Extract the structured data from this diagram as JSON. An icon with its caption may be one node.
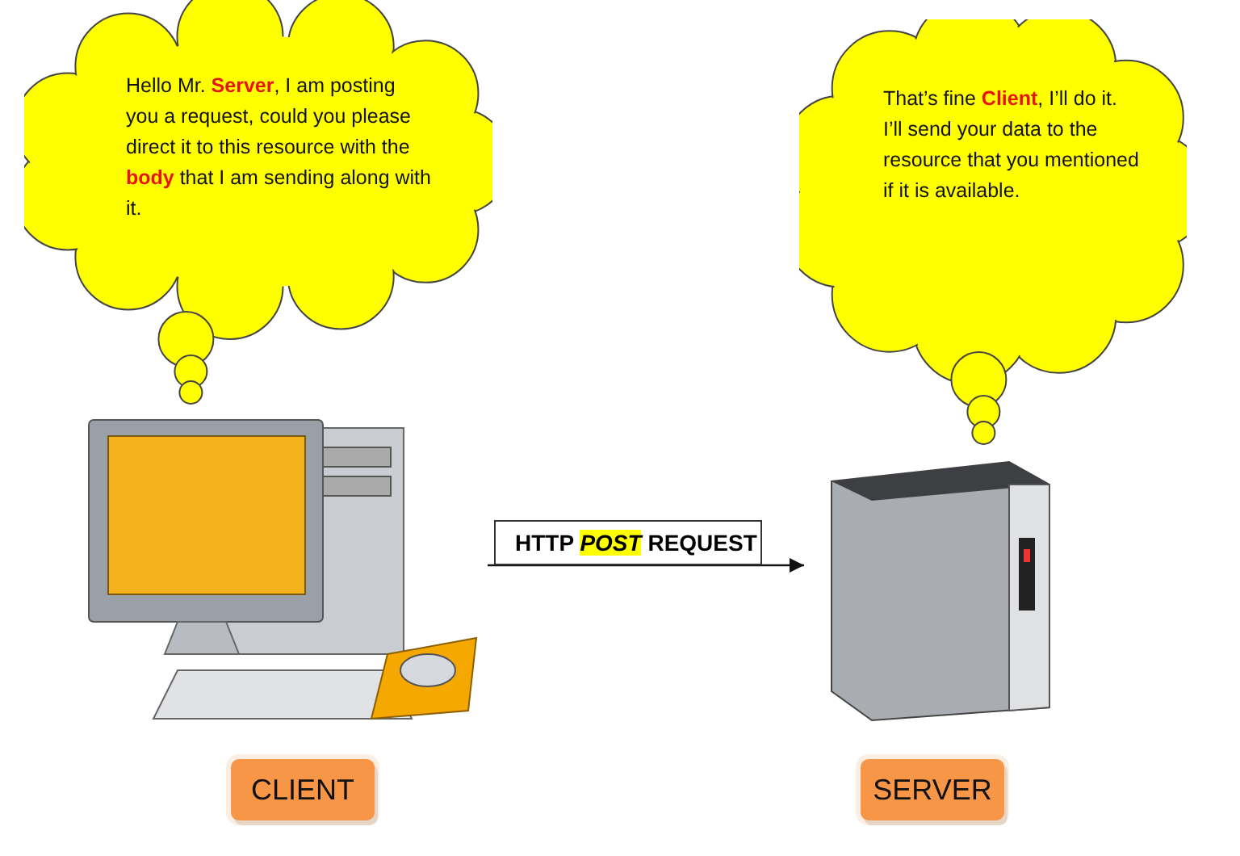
{
  "diagram": {
    "nodes": [
      {
        "text": [
          "Hello Mr. **Server**, I am posting you a request, could you please direct it to this resource with the **body** that I am sending along with it."
        ]
      },
      {
        "text": [
          "That’s fine **Client**, I’ll do it. I’ll send your data to the resource that you mentioned if it is available."
        ]
      },
      {
        "text": [],
        "shape": "picture"
      },
      {
        "text": [],
        "shape": "picture"
      },
      {
        "text": [
          "CLIENT"
        ]
      },
      {
        "text": [
          "SERVER"
        ]
      }
    ],
    "edges": [
      {
        "from": 2,
        "to": 3,
        "arrow": "to",
        "label": "HTTP *POST* REQUEST"
      }
    ]
  }
}
